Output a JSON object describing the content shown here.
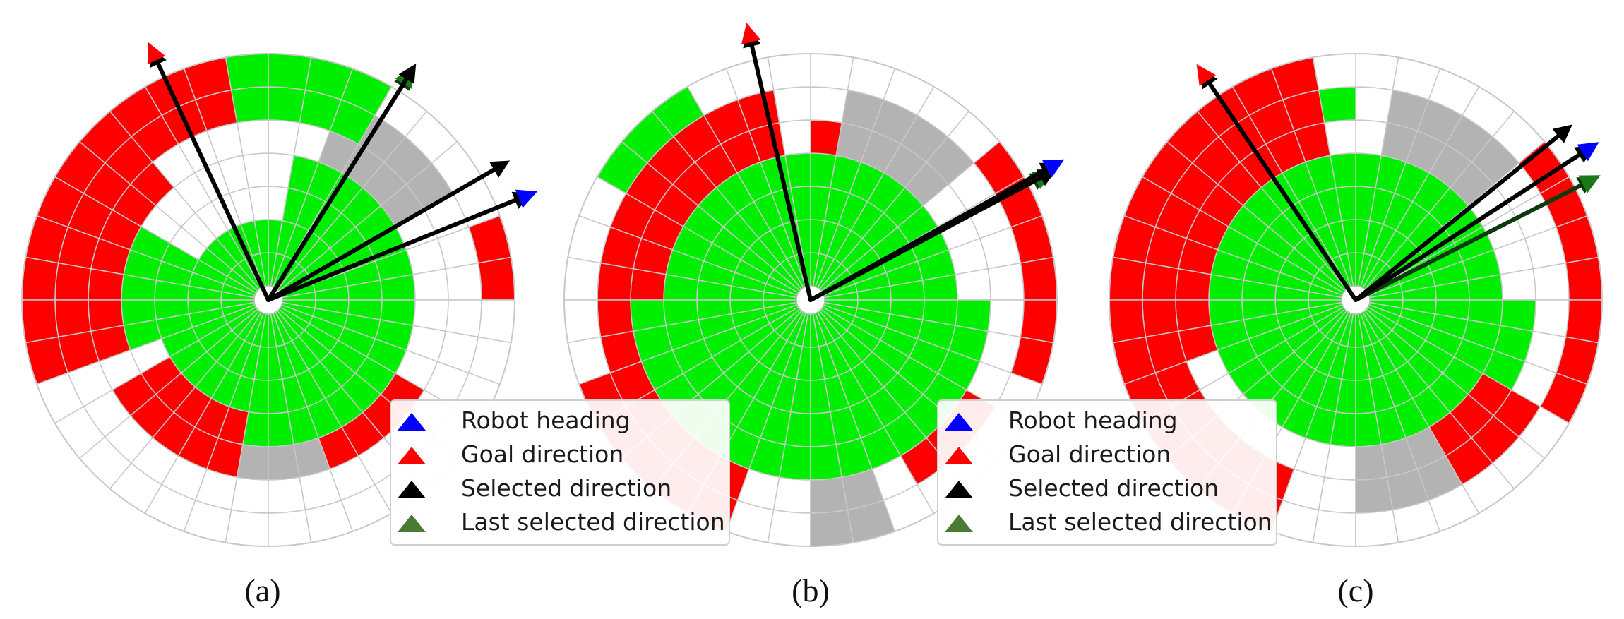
{
  "colors": {
    "free": "#00ee00",
    "goal_sector": "#ff0000",
    "unknown": "#b3b3b3",
    "empty": "#ffffff",
    "grid": "#c8c8c8",
    "robot_heading": "#0000ff",
    "goal_direction": "#ff0000",
    "selected_direction": "#000000",
    "last_selected_direction": "#1a7a1a"
  },
  "legend": {
    "items": [
      {
        "label": "Robot heading",
        "color": "#0000ff",
        "icon": "blue-triangle-icon"
      },
      {
        "label": "Goal direction",
        "color": "#ff0000",
        "icon": "red-triangle-icon"
      },
      {
        "label": "Selected direction",
        "color": "#000000",
        "icon": "black-triangle-icon"
      },
      {
        "label": "Last selected direction",
        "color": "#4a7a34",
        "icon": "green-triangle-icon"
      }
    ]
  },
  "panels": [
    {
      "caption": "(a)",
      "directions": {
        "goal_deg": 115,
        "selected_deg": [
          58,
          30
        ],
        "last_selected_deg": 58,
        "robot_heading_deg": 22
      }
    },
    {
      "caption": "(b)",
      "directions": {
        "goal_deg": 103,
        "selected_deg": [
          28
        ],
        "last_selected_deg": 28,
        "robot_heading_deg": 29
      }
    },
    {
      "caption": "(c)",
      "directions": {
        "goal_deg": 124,
        "selected_deg": [
          39
        ],
        "last_selected_deg": 27,
        "robot_heading_deg": 33
      }
    }
  ]
}
